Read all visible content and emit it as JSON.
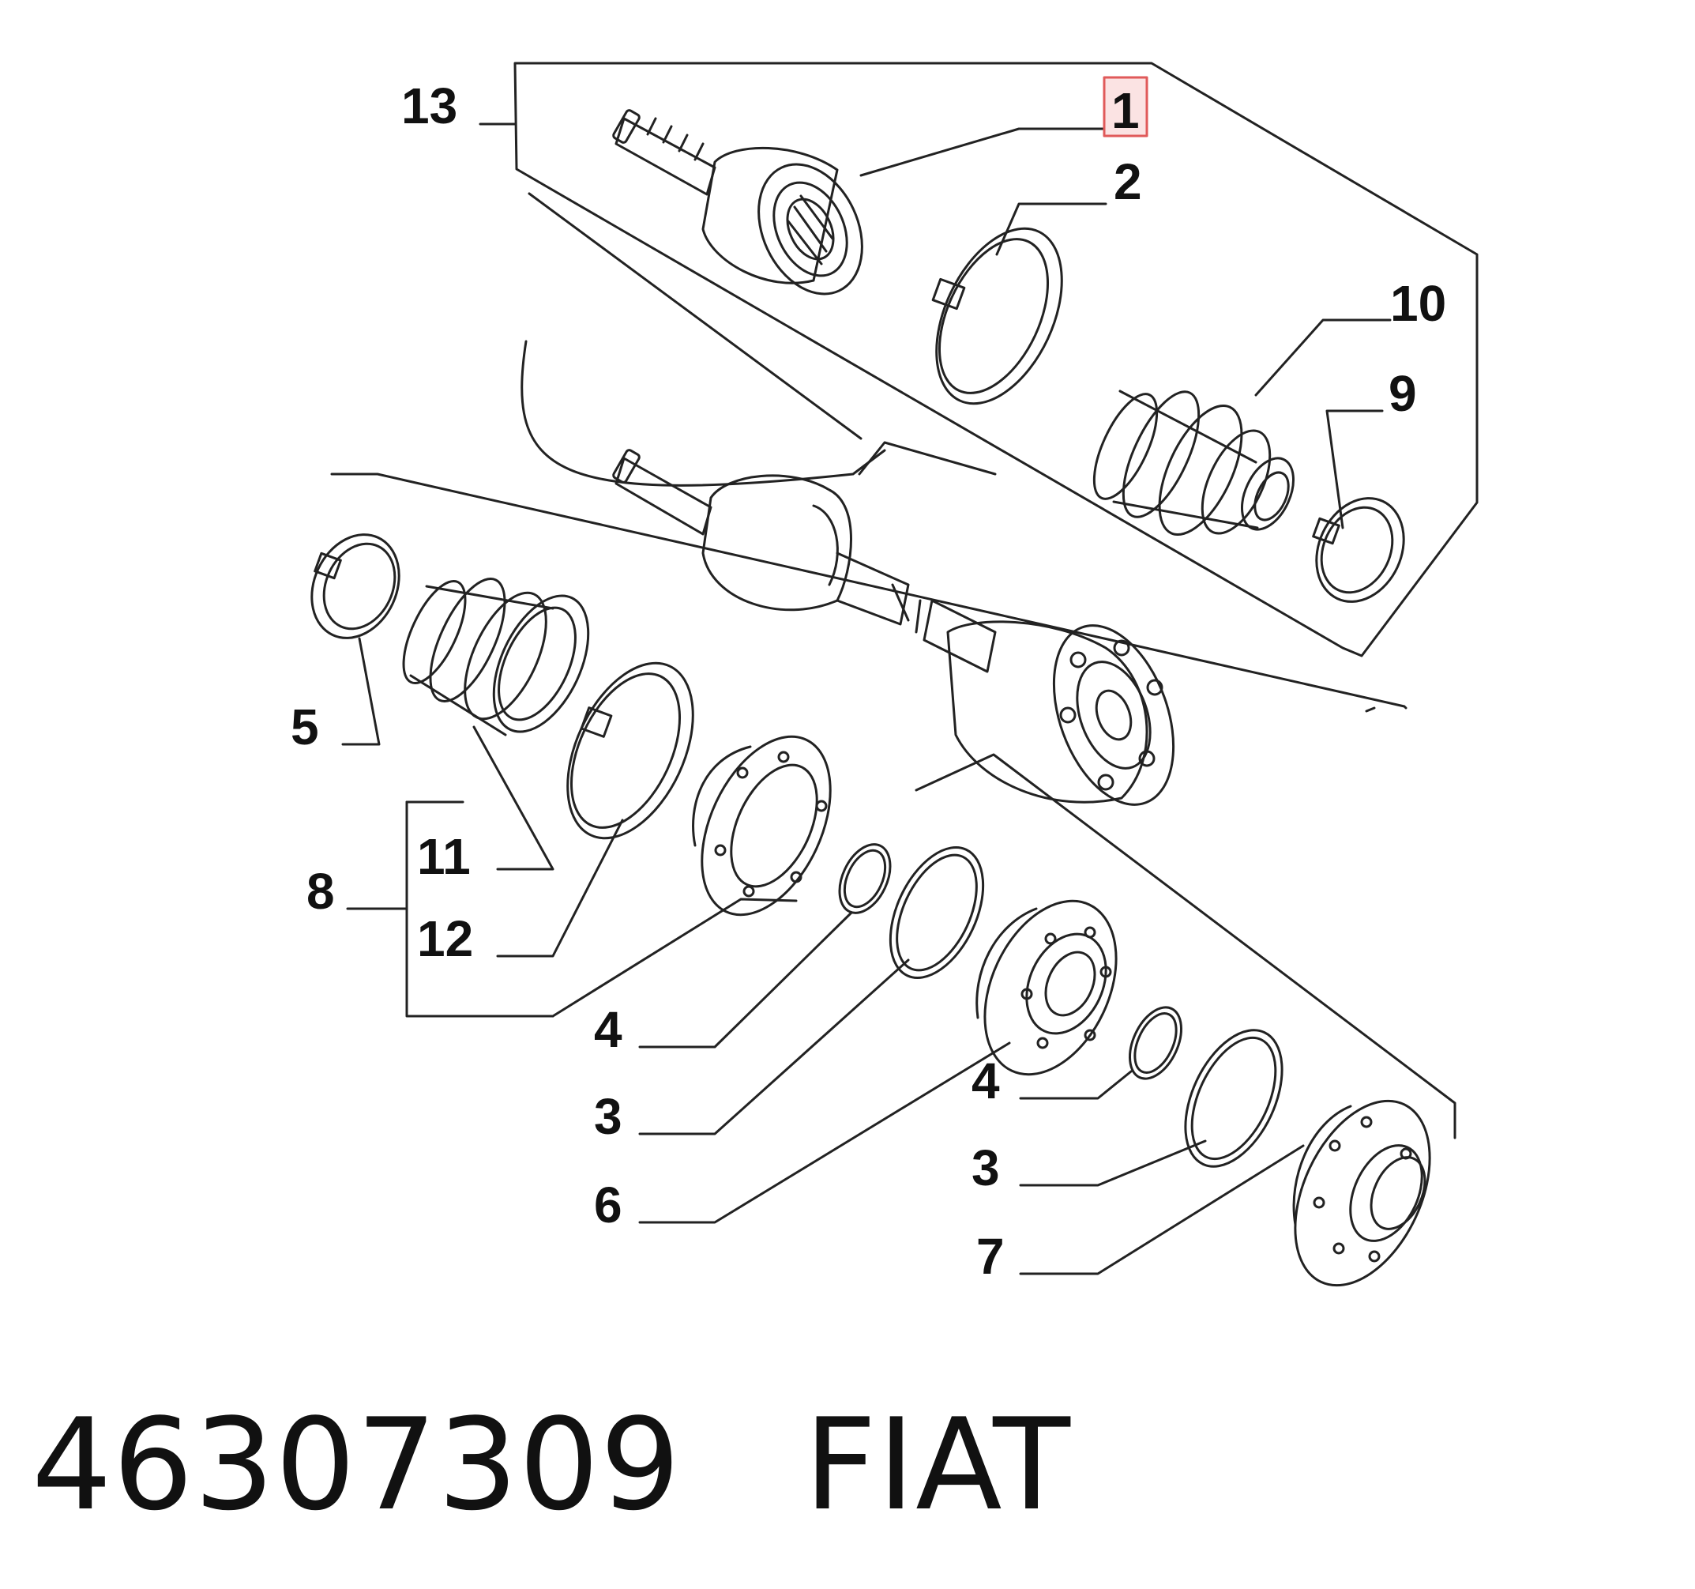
{
  "diagram": {
    "callouts": {
      "c13": "13",
      "c1": "1",
      "c2": "2",
      "c10": "10",
      "c9": "9",
      "c5": "5",
      "c8": "8",
      "c11": "11",
      "c12": "12",
      "c4a": "4",
      "c3a": "3",
      "c6": "6",
      "c4b": "4",
      "c3b": "3",
      "c7": "7"
    },
    "highlight_color": "#e05a5a"
  },
  "footer": {
    "part_number": "46307309",
    "brand": "FIAT"
  }
}
